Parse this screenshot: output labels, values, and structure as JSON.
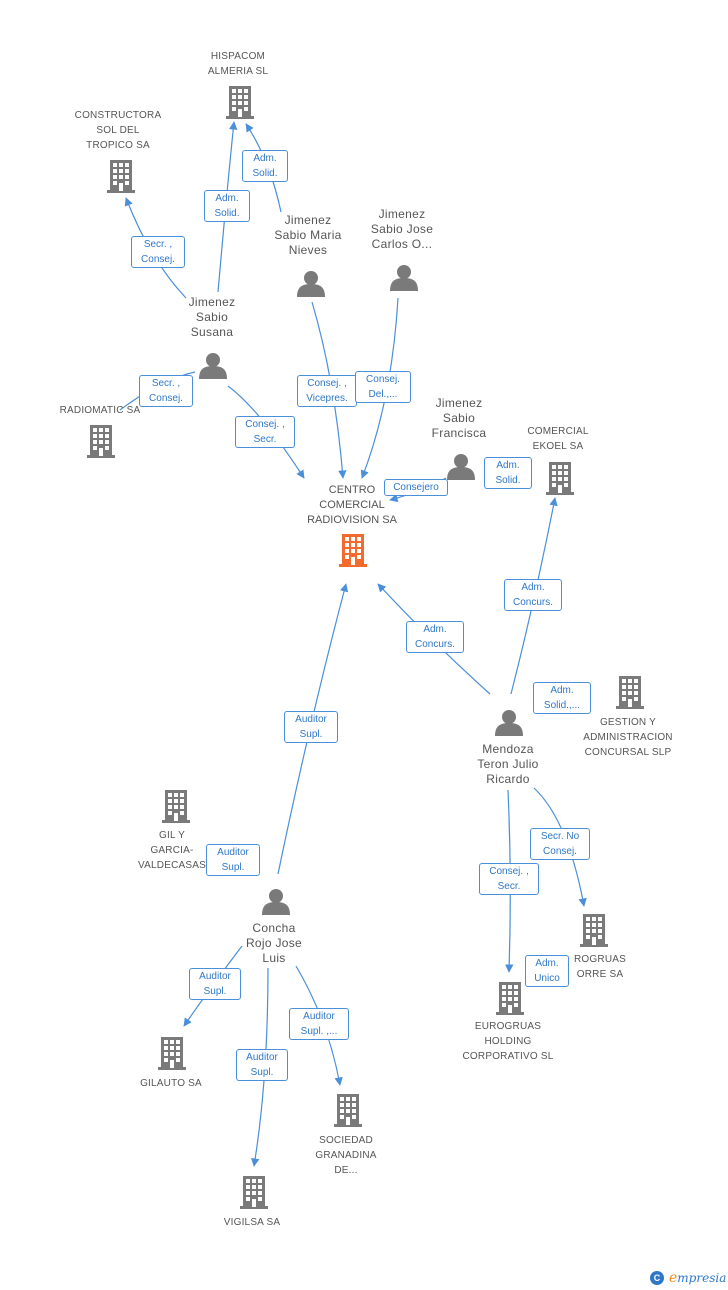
{
  "colors": {
    "edge": "#4a8fd9",
    "node": "#7a7a7a",
    "center": "#f26a2e",
    "text": "#555555"
  },
  "center": {
    "name": "CENTRO\nCOMERCIAL\nRADIOVISION SA",
    "icon": "building-icon"
  },
  "companies": [
    {
      "id": "hispacom",
      "name": "HISPACOM\nALMERIA SL"
    },
    {
      "id": "constructora",
      "name": "CONSTRUCTORA\nSOL DEL\nTROPICO SA"
    },
    {
      "id": "radiomatic",
      "name": "RADIOMATIC SA"
    },
    {
      "id": "comercial_ekoel",
      "name": "COMERCIAL\nEKOEL SA"
    },
    {
      "id": "gestion",
      "name": "GESTION Y\nADMINISTRACION\nCONCURSAL SLP"
    },
    {
      "id": "gil",
      "name": "GIL Y\nGARCIA-\nVALDECASAS"
    },
    {
      "id": "eurogruas_torre",
      "name": "ROGRUAS\nORRE SA"
    },
    {
      "id": "eurogruas_holding",
      "name": "EUROGRUAS\nHOLDING\nCORPORATIVO SL"
    },
    {
      "id": "gilauto",
      "name": "GILAUTO SA"
    },
    {
      "id": "sociedad",
      "name": "SOCIEDAD\nGRANADINA\nDE..."
    },
    {
      "id": "vigilsa",
      "name": "VIGILSA SA"
    }
  ],
  "persons": [
    {
      "id": "maria_nieves",
      "name": "Jimenez\nSabio Maria\nNieves"
    },
    {
      "id": "jose_carlos",
      "name": "Jimenez\nSabio Jose\nCarlos O..."
    },
    {
      "id": "susana",
      "name": "Jimenez\nSabio\nSusana"
    },
    {
      "id": "francisca",
      "name": "Jimenez\nSabio\nFrancisca"
    },
    {
      "id": "mendoza",
      "name": "Mendoza\nTeron Julio\nRicardo"
    },
    {
      "id": "concha",
      "name": "Concha\nRojo Jose\nLuis"
    }
  ],
  "edge_labels": [
    {
      "id": "susana_hispacom",
      "text": "Adm.\nSolid."
    },
    {
      "id": "nieves_hispacom",
      "text": "Adm.\nSolid."
    },
    {
      "id": "susana_constructora",
      "text": "Secr. ,\nConsej."
    },
    {
      "id": "susana_radiomatic",
      "text": "Secr. ,\nConsej."
    },
    {
      "id": "susana_center",
      "text": "Consej. ,\nSecr."
    },
    {
      "id": "nieves_center",
      "text": "Consej. ,\nVicepres."
    },
    {
      "id": "josecarlos_center",
      "text": "Consej.\nDel.,..."
    },
    {
      "id": "francisca_center",
      "text": "Consejero"
    },
    {
      "id": "francisca_ekoel",
      "text": "Adm.\nSolid."
    },
    {
      "id": "mendoza_ekoel",
      "text": "Adm.\nConcurs."
    },
    {
      "id": "mendoza_center",
      "text": "Adm.\nConcurs."
    },
    {
      "id": "mendoza_gestion",
      "text": "Adm.\nSolid.,..."
    },
    {
      "id": "concha_center",
      "text": "Auditor\nSupl."
    },
    {
      "id": "concha_gil",
      "text": "Auditor\nSupl."
    },
    {
      "id": "mendoza_torre",
      "text": "Secr.  No\nConsej."
    },
    {
      "id": "mendoza_holding",
      "text": "Consej. ,\nSecr."
    },
    {
      "id": "holding_torre",
      "text": "Adm.\nUnico"
    },
    {
      "id": "concha_gilauto",
      "text": "Auditor\nSupl."
    },
    {
      "id": "concha_sociedad",
      "text": "Auditor\nSupl. ,..."
    },
    {
      "id": "concha_vigilsa",
      "text": "Auditor\nSupl."
    }
  ],
  "brand": {
    "c": "C",
    "e": "e",
    "rest": "mpresia",
    "icon": "copyright-icon"
  }
}
